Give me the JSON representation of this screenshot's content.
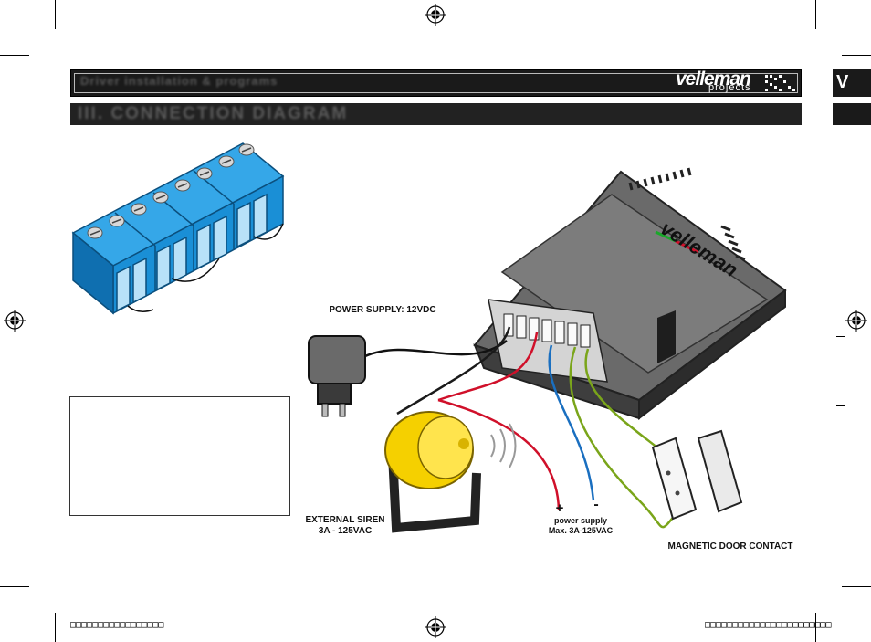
{
  "header": {
    "title": "Driver installation & programs",
    "brand_main": "velleman",
    "brand_sub": "projects"
  },
  "section": {
    "title": "III. CONNECTION DIAGRAM"
  },
  "labels": {
    "power_supply": "POWER SUPPLY: 12VDC",
    "siren_line1": "EXTERNAL SIREN",
    "siren_line2": "3A - 125VAC",
    "plus": "+",
    "minus": "-",
    "psu_line1": "power supply",
    "psu_line2": "Max. 3A-125VAC",
    "door_contact": "MAGNETIC DOOR CONTACT",
    "case_brand": "velleman"
  },
  "footer": {
    "left": "□□□□□□□□□□□□□□□□□",
    "right": "□□□□□□□□□□□□□□□□□□□□□□□"
  },
  "colors": {
    "terminal_blue": "#1a8fd6",
    "siren_yellow": "#f5d000",
    "wire_red": "#d0102a",
    "wire_blue": "#1a6fc0",
    "wire_green": "#7aa51a",
    "case_grey": "#5a5a5a"
  }
}
